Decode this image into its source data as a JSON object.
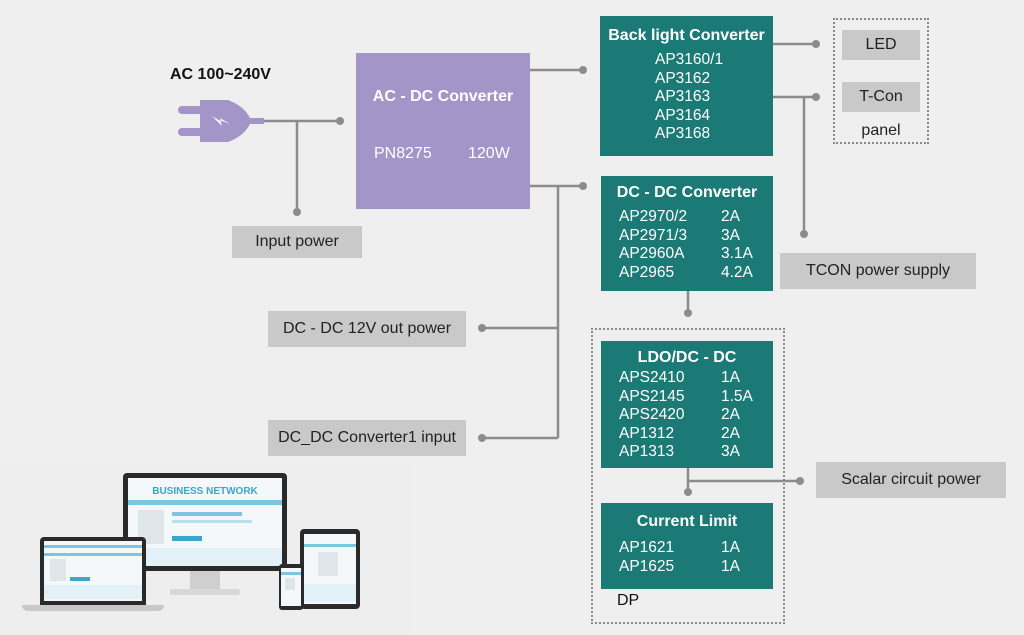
{
  "diagram": {
    "ac_input": {
      "label": "AC 100~240V",
      "icon": "power-plug-icon"
    },
    "input_power": {
      "label": "Input power"
    },
    "ac_dc_converter": {
      "title": "AC - DC  Converter",
      "part": "PN8275",
      "power": "120W",
      "color": "#a395c8"
    },
    "backlight_converter": {
      "title": "Back light  Converter",
      "parts": [
        "AP3160/1",
        "AP3162",
        "AP3163",
        "AP3164",
        "AP3168"
      ],
      "color": "#1b7a76"
    },
    "panel": {
      "label": "panel",
      "items": [
        "LED",
        "T-Con"
      ]
    },
    "dc_dc_converter": {
      "title": "DC - DC  Converter",
      "rows": [
        {
          "part": "AP2970/2",
          "current": "2A"
        },
        {
          "part": "AP2971/3",
          "current": "3A"
        },
        {
          "part": "AP2960A",
          "current": "3.1A"
        },
        {
          "part": "AP2965",
          "current": "4.2A"
        }
      ]
    },
    "tcon_power": {
      "label": "TCON power supply"
    },
    "dc12v_out": {
      "label": "DC - DC 12V out power"
    },
    "dcdc_conv1_input": {
      "label": "DC_DC Converter1 input"
    },
    "ldo_dcdc": {
      "title": "LDO/DC - DC",
      "rows": [
        {
          "part": "APS2410",
          "current": "1A"
        },
        {
          "part": "APS2145",
          "current": "1.5A"
        },
        {
          "part": "APS2420",
          "current": "2A"
        },
        {
          "part": "AP1312",
          "current": "2A"
        },
        {
          "part": "AP1313",
          "current": "3A"
        }
      ]
    },
    "scalar_power": {
      "label": "Scalar circuit power"
    },
    "current_limit": {
      "title": "Current Limit",
      "rows": [
        {
          "part": "AP1621",
          "current": "1A"
        },
        {
          "part": "AP1625",
          "current": "1A"
        }
      ]
    },
    "dp_group": {
      "label": "DP"
    },
    "devices_image": {
      "brand": "BUSINESS NETWORK",
      "icon": "responsive-devices-illustration"
    }
  }
}
